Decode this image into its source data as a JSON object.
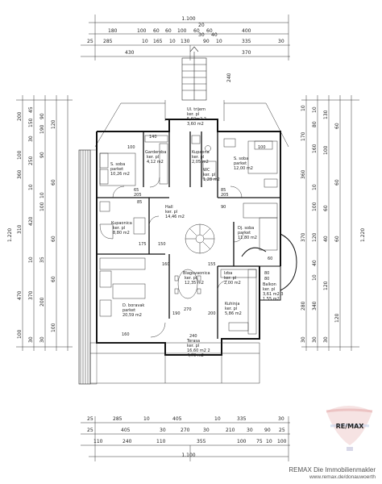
{
  "top_dims": {
    "total": "1.100",
    "row1": [
      "180",
      "100",
      "60",
      "60",
      "100",
      "60",
      "60",
      "400"
    ],
    "row2a": [
      "20",
      "30",
      "40"
    ],
    "row2": [
      "25",
      "285",
      "10",
      "165",
      "10",
      "130",
      "90",
      "10",
      "335",
      "30"
    ],
    "row3": [
      "430",
      "370"
    ],
    "stair": "240"
  },
  "bottom_dims": {
    "row1": [
      "25",
      "285",
      "10",
      "405",
      "10",
      "335",
      "30"
    ],
    "row2": [
      "25",
      "405",
      "30",
      "270",
      "30",
      "210",
      "30",
      "90",
      "25"
    ],
    "row3": [
      "110",
      "240",
      "110",
      "355",
      "100",
      "75",
      "10",
      "100"
    ],
    "total": "1.100"
  },
  "left_dims": {
    "outer": "1.220",
    "col1": [
      "200",
      "100",
      "360",
      "310",
      "470",
      "100"
    ],
    "col2": [
      "45",
      "150",
      "30",
      "250",
      "10",
      "420",
      "10",
      "370",
      "30"
    ],
    "col3": [
      "90",
      "190",
      "90",
      "10",
      "100",
      "35",
      "200",
      "30"
    ],
    "col4": [
      "120",
      "60",
      "60",
      "60",
      "100"
    ]
  },
  "right_dims": {
    "outer": "1.220",
    "col1": [
      "10",
      "170",
      "360",
      "370",
      "280",
      "30"
    ],
    "col2": [
      "10",
      "80",
      "160",
      "10",
      "100",
      "120",
      "40",
      "10",
      "340",
      "30"
    ],
    "col3": [
      "130",
      "100",
      "60",
      "40",
      "120",
      "30"
    ],
    "col4": [
      "60",
      "60",
      "60",
      "120"
    ]
  },
  "interior_dims": [
    "100",
    "100",
    "140",
    "65",
    "205",
    "85",
    "90",
    "85",
    "205",
    "175",
    "150",
    "160",
    "155",
    "190",
    "200",
    "270",
    "240",
    "80",
    "80",
    "160",
    "60"
  ],
  "rooms": {
    "porch_top": {
      "name": "Ul. trijem",
      "floor": "ker. pl",
      "area": "5,60m2 2",
      "area2": "3,60 m2"
    },
    "bed_left": {
      "name": "S. soba",
      "floor": "parket",
      "area": "10,26 m2"
    },
    "wardrobe": {
      "name": "Garderoba",
      "floor": "ker. pl",
      "area": "4,12 m2"
    },
    "bath_top": {
      "name": "Kupaona",
      "floor": "ker. pl",
      "area": "2,05 m2"
    },
    "wc": {
      "name": "WC",
      "floor": "ker. pl",
      "area": "1,28 m2"
    },
    "bed_right": {
      "name": "S. soba",
      "floor": "parket",
      "area": "12,00 m2"
    },
    "hall": {
      "name": "Hall",
      "floor": "ker. pl",
      "area": "14,46 m2"
    },
    "bath_left": {
      "name": "Kupaonica",
      "floor": "ker. pl",
      "area": "8,80 m2"
    },
    "bed_mid": {
      "name": "Dj. soba",
      "floor": "parket",
      "area": "11,80 m2"
    },
    "dining": {
      "name": "Blagovaonica",
      "floor": "ker. pl",
      "area": "12,35 m2"
    },
    "pantry": {
      "name": "Izba",
      "floor": "ker. pl",
      "area": "2,00 m2"
    },
    "balcony": {
      "name": "Balkon",
      "floor": "ker. pl",
      "area": "3,61 m2 3",
      "area2": "1,55 m2"
    },
    "living": {
      "name": "D. boravak",
      "floor": "parket",
      "area": "20,59 m2"
    },
    "kitchen": {
      "name": "Kuhinja",
      "floor": "ker. pl",
      "area": "5,86 m2"
    },
    "terrace": {
      "name": "Terasa",
      "floor": "ker. pl",
      "area": "16,60 m2 2",
      "area2": "4,70 m2"
    }
  },
  "watermark": {
    "logo_text": "RE/MAX",
    "line1": "REMAX Die Immobilienmakler",
    "line2": "www.remax.de/donauwoerth"
  },
  "colors": {
    "line": "#222222",
    "logo_red": "#d9262c",
    "logo_blue": "#1f4e9b"
  }
}
